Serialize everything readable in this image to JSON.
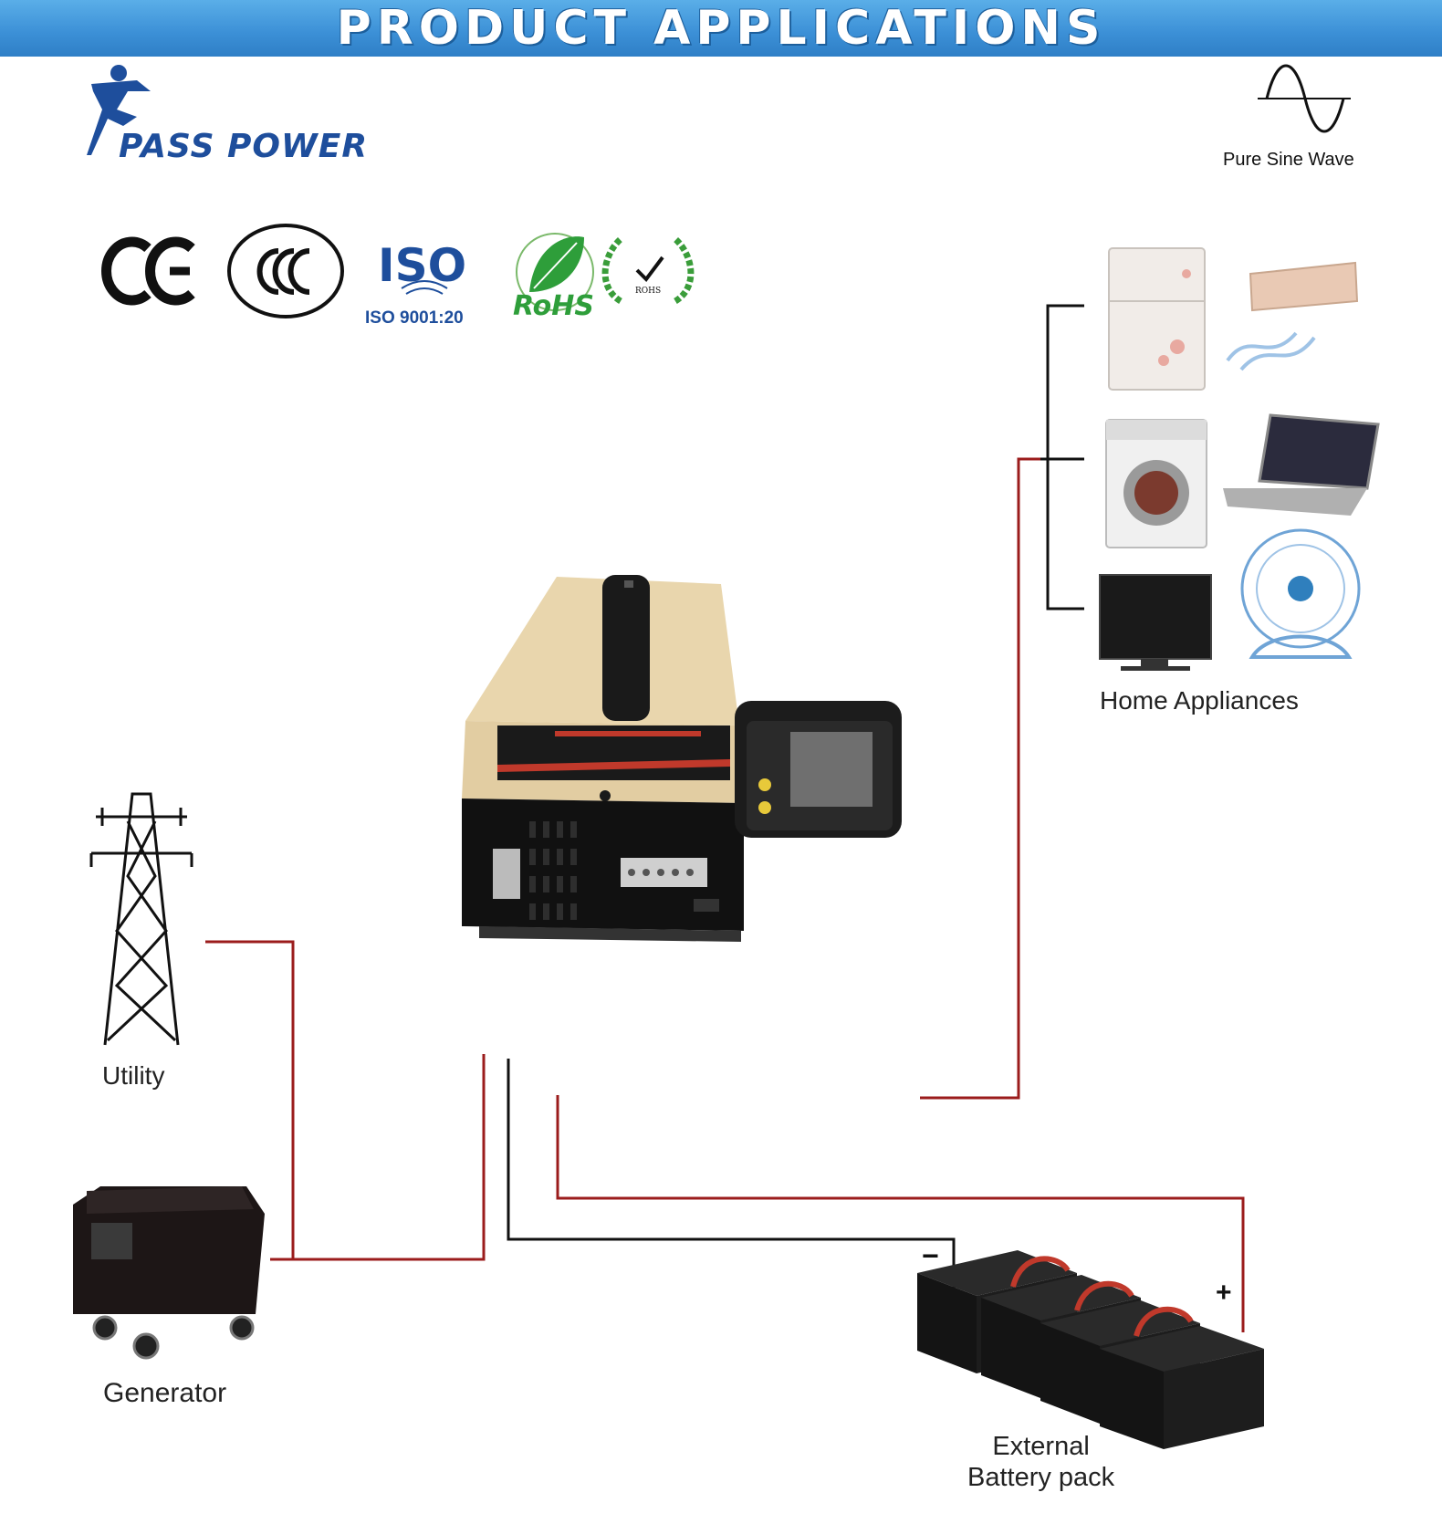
{
  "header": {
    "title": "PRODUCT APPLICATIONS"
  },
  "brand": {
    "name": "PASS POWER"
  },
  "certifications": [
    {
      "icon": "ce-mark-icon"
    },
    {
      "icon": "ccc-mark-icon"
    },
    {
      "icon": "iso-logo-icon",
      "label": "ISO 9001:20"
    },
    {
      "icon": "rohs-leaf-icon",
      "label": "RoHS"
    },
    {
      "icon": "rohs-wreath-icon",
      "label": "ROHS"
    }
  ],
  "waveform": {
    "label": "Pure Sine Wave",
    "icon": "sine-wave-icon"
  },
  "labels": {
    "home_appliances": "Home Appliances",
    "utility": "Utility",
    "generator": "Generator",
    "battery_line1": "External",
    "battery_line2": "Battery pack"
  },
  "battery_terminals": {
    "negative": "−",
    "positive": "+"
  },
  "colors": {
    "banner": "#3b8fd6",
    "ac_wire": "#9b1c1c",
    "dc_negative_wire": "#111111",
    "brand_blue": "#1e4e9c"
  }
}
